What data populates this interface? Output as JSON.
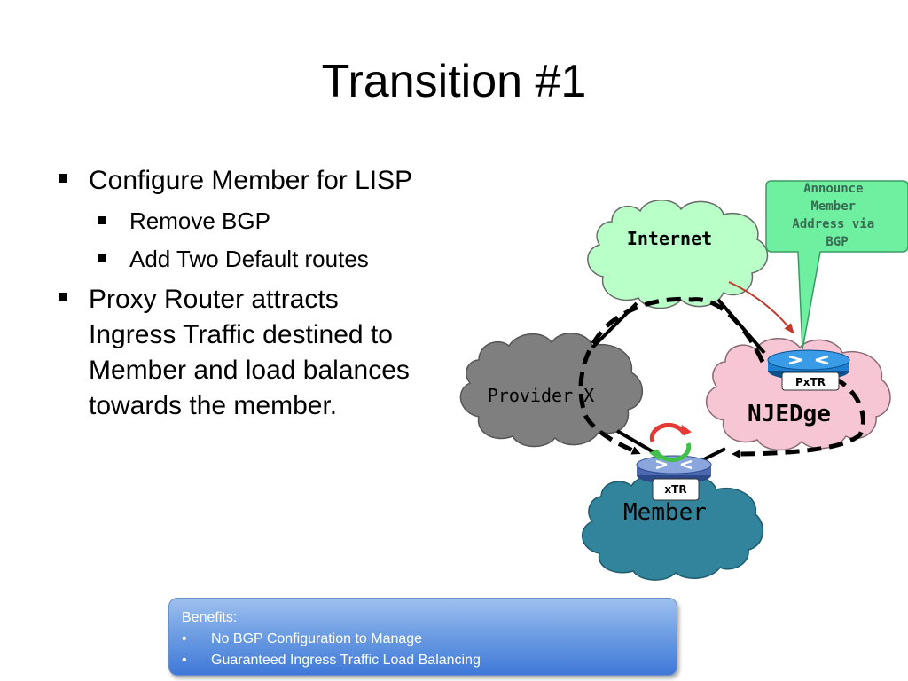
{
  "slide": {
    "title": "Transition #1"
  },
  "bullets": {
    "b1": "Configure Member for LISP",
    "b1_sub1": "Remove BGP",
    "b1_sub2": "Add Two Default routes",
    "b2": "Proxy Router attracts Ingress Traffic destined to Member and load balances towards the member."
  },
  "diagram": {
    "clouds": {
      "internet": "Internet",
      "provider": "Provider X",
      "njedge": "NJEDge",
      "member": "Member"
    },
    "routers": {
      "pxtr": "PxTR",
      "xtr": "xTR"
    },
    "callout": {
      "line1": "Announce",
      "line2": "Member",
      "line3": "Address via",
      "line4": "BGP"
    },
    "colors": {
      "internet_cloud": "#b8ffc8",
      "provider_cloud": "#7f7f7f",
      "njedge_cloud": "#f7c6d5",
      "member_cloud": "#31849b",
      "callout": "#6ff0a0",
      "router": "#1e7fd0"
    }
  },
  "benefits": {
    "heading": "Benefits:",
    "items": [
      "No BGP Configuration to Manage",
      "Guaranteed Ingress Traffic Load Balancing"
    ]
  }
}
